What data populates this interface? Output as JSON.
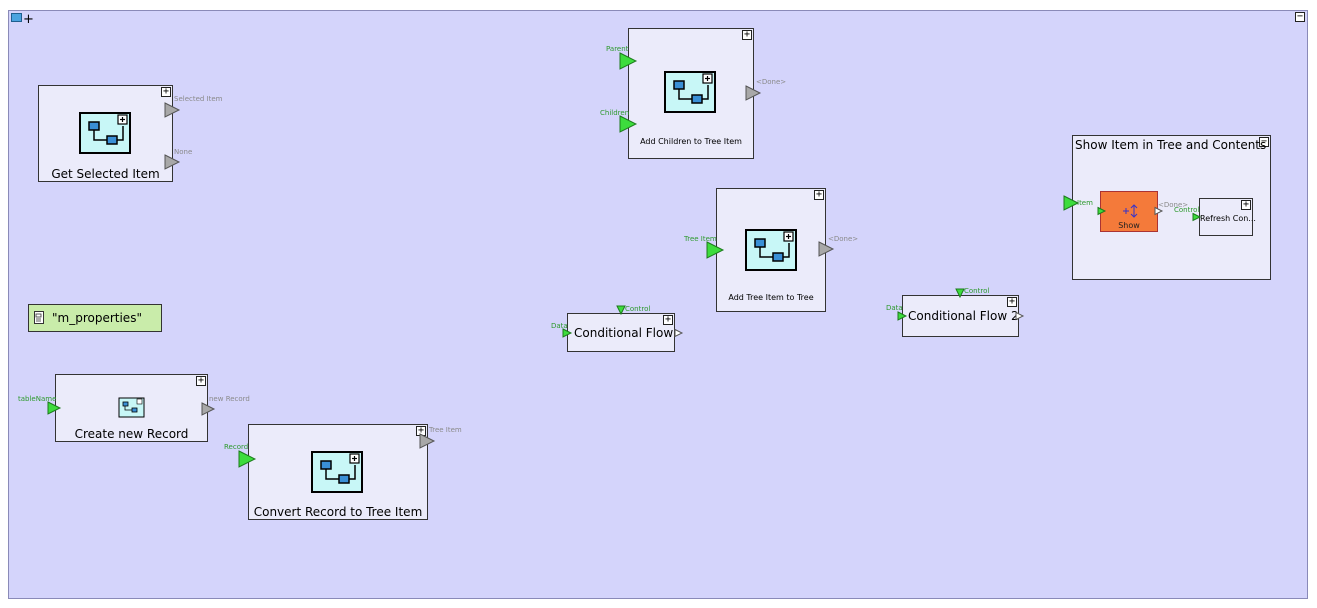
{
  "canvas": {
    "collapse_label": "−",
    "add_label": "+"
  },
  "colors": {
    "canvas_bg": "#d4d4fb",
    "node_bg": "#ebebfa",
    "input_port": "#3ddc3d",
    "output_port": "#a8a8a8",
    "constant_bg": "#c9ecaa",
    "action_bg": "#f47a3a"
  },
  "nodes": {
    "get_selected": {
      "title": "Get Selected Item",
      "outputs": [
        "Selected Item",
        "None"
      ]
    },
    "add_children": {
      "title": "Add Children to Tree Item",
      "inputs": [
        "Parent",
        "Children"
      ],
      "outputs": [
        "<Done>"
      ]
    },
    "add_tree_item": {
      "title": "Add Tree Item to Tree",
      "inputs": [
        "Tree Item"
      ],
      "outputs": [
        "<Done>"
      ]
    },
    "cond1": {
      "title": "Conditional Flow",
      "inputs": [
        "Control",
        "Data"
      ]
    },
    "cond2": {
      "title": "Conditional Flow 2",
      "inputs": [
        "Control",
        "Data"
      ]
    },
    "constant": {
      "value": "\"m_properties\""
    },
    "create_record": {
      "title": "Create new Record",
      "inputs": [
        "tableName"
      ],
      "outputs": [
        "new Record"
      ]
    },
    "convert": {
      "title": "Convert Record to Tree Item",
      "inputs": [
        "Record"
      ],
      "outputs": [
        "Tree Item"
      ]
    },
    "group": {
      "title": "Show Item in Tree and Contents",
      "inputs": [
        "Item"
      ],
      "show": {
        "title": "Show",
        "outputs": [
          "<Done>"
        ]
      },
      "refresh": {
        "title": "Refresh Con...",
        "inputs": [
          "Control"
        ]
      }
    }
  },
  "expand_label": "+",
  "collapse_label": "−"
}
